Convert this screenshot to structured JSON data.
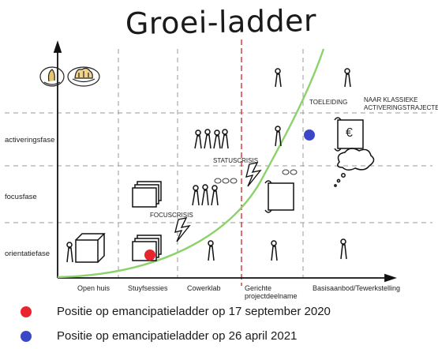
{
  "title": "Groei-ladder",
  "y_axis": {
    "levels": [
      "activeringsfase",
      "focusfase",
      "orientatiefase"
    ]
  },
  "x_axis": {
    "categories": [
      "Open huis",
      "Stuyfsessies",
      "Cowerklab",
      "Gerichte projectdeelname",
      "Basisaanbod/Tewerkstelling"
    ]
  },
  "annotations": {
    "toeleiding": "TOELEIDING",
    "klassieke": "NAAR KLASSIEKE ACTIVERINGSTRAJECTEN",
    "statuscrisis": "STATUSCRISIS",
    "focuscrisis": "FOCUSCRISIS",
    "currency": "€"
  },
  "colors": {
    "curve": "#8cd26a",
    "divider_red": "#d33333",
    "grid": "#9a9a9a",
    "red_point": "#e8252d",
    "blue_point": "#3a48c8"
  },
  "legend": [
    {
      "label": "Positie op emancipatieladder op 17 september 2020",
      "color": "#e8252d"
    },
    {
      "label": "Positie op emancipatieladder op 26 april 2021",
      "color": "#3a48c8"
    }
  ],
  "icons": [
    "sprout-plate-icon",
    "bread-plate-icon"
  ]
}
